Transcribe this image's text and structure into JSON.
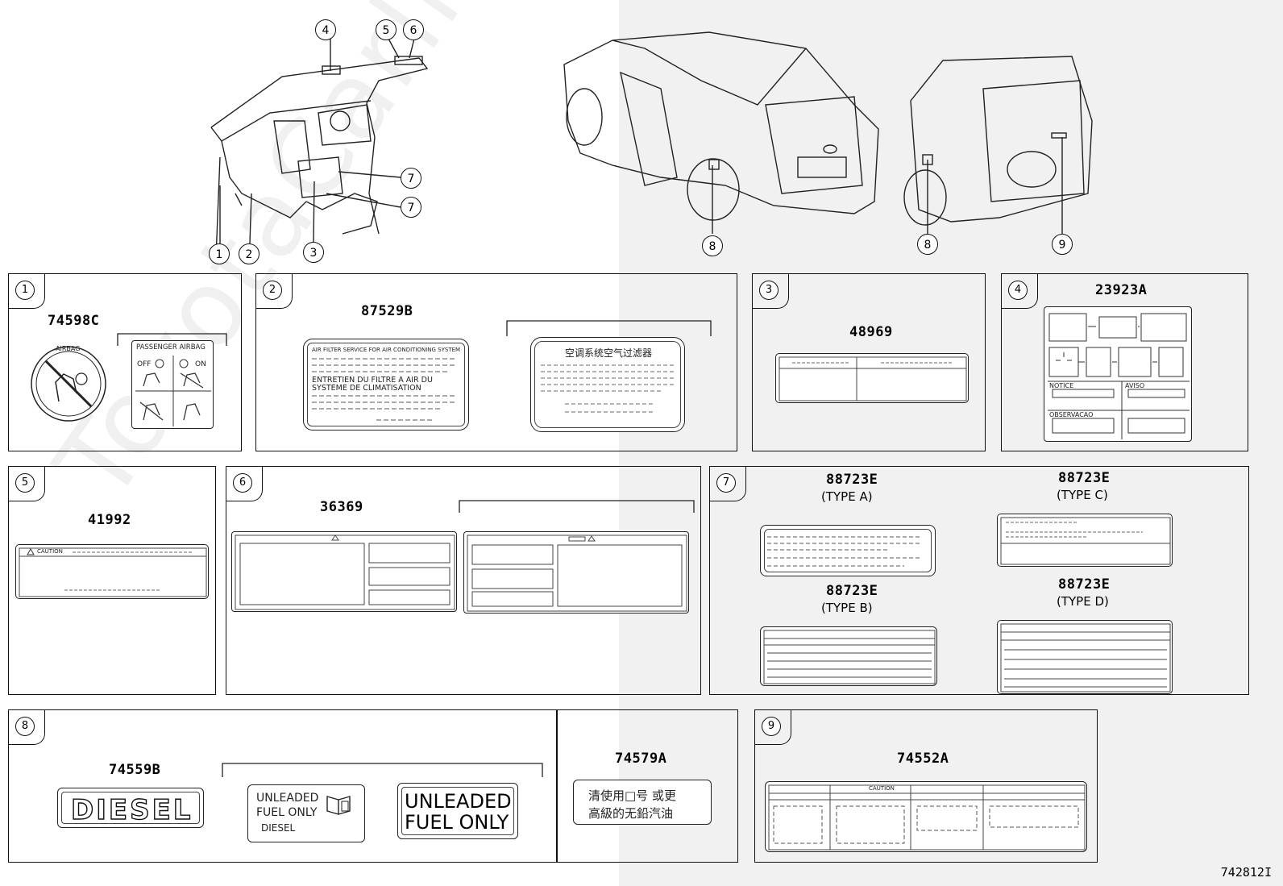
{
  "watermark": "ToyotaCarline.ru",
  "overview_callouts": [
    "1",
    "2",
    "3",
    "4",
    "5",
    "6",
    "7",
    "7",
    "8",
    "8",
    "9"
  ],
  "panels": {
    "p1": {
      "num": "1",
      "part": "74598C",
      "badge_text": "AIRBAG",
      "card_title": "PASSENGER AIRBAG",
      "off": "OFF",
      "on": "ON"
    },
    "p2": {
      "num": "2",
      "part": "87529B",
      "title_en": "AIR FILTER SERVICE FOR AIR CONDITIONING SYSTEM",
      "title_fr": "ENTRETIEN DU FILTRE A AIR DU SYSTEME DE CLIMATISATION",
      "title_cn": "空调系统空气过滤器"
    },
    "p3": {
      "num": "3",
      "part": "48969"
    },
    "p4": {
      "num": "4",
      "part": "23923A",
      "notice": "NOTICE",
      "aviso": "AVISO",
      "observacao": "OBSERVACAO"
    },
    "p5": {
      "num": "5",
      "part": "41992",
      "caution": "CAUTION"
    },
    "p6": {
      "num": "6",
      "part": "36369"
    },
    "p7": {
      "num": "7",
      "a_part": "88723E",
      "a_type": "(TYPE A)",
      "b_part": "88723E",
      "b_type": "(TYPE B)",
      "c_part": "88723E",
      "c_type": "(TYPE C)",
      "d_part": "88723E",
      "d_type": "(TYPE D)"
    },
    "p8": {
      "num": "8",
      "part": "74559B",
      "diesel": "DIESEL",
      "unl_small_1": "UNLEADED",
      "unl_small_2": "FUEL ONLY",
      "unl_small_3": "DIESEL",
      "unl_big_1": "UNLEADED",
      "unl_big_2": "FUEL ONLY",
      "part2": "74579A",
      "cn_1": "清使用□号 或更",
      "cn_2": "高級的无鉛汽油"
    },
    "p9": {
      "num": "9",
      "part": "74552A",
      "caution": "CAUTION"
    }
  },
  "doc_code": "742812I"
}
